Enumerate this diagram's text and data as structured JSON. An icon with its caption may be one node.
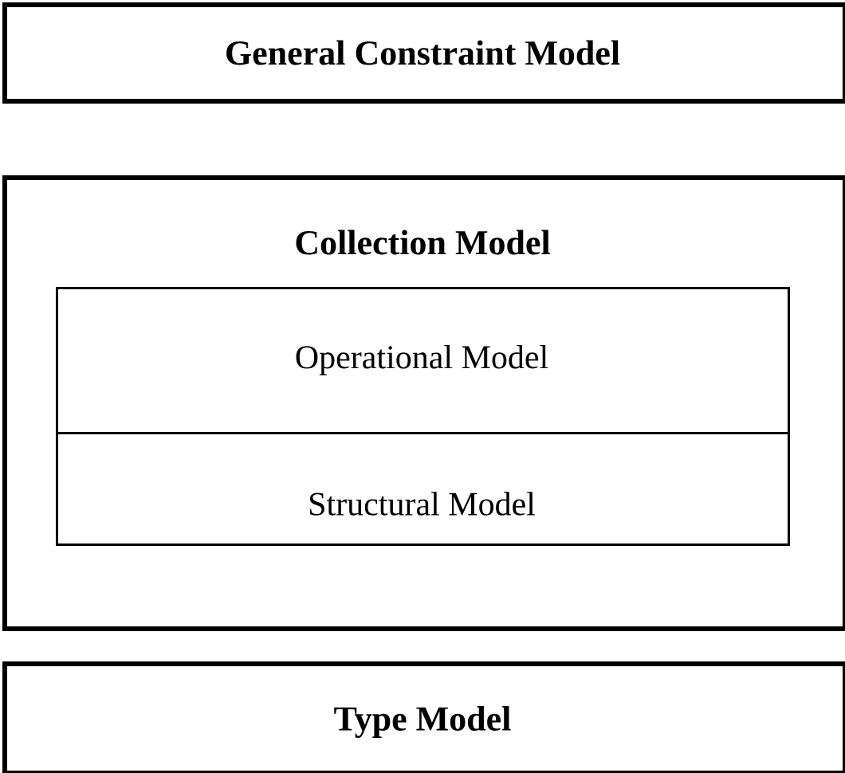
{
  "diagram": {
    "nodes": [
      {
        "text": [
          "General Constraint Model"
        ]
      },
      {
        "text": [
          "Collection Model"
        ]
      },
      {
        "text": [
          "Operational Model"
        ],
        "in": 1
      },
      {
        "text": [
          "Structural Model"
        ],
        "in": 1
      },
      {
        "text": [
          "Type Model"
        ]
      }
    ]
  }
}
